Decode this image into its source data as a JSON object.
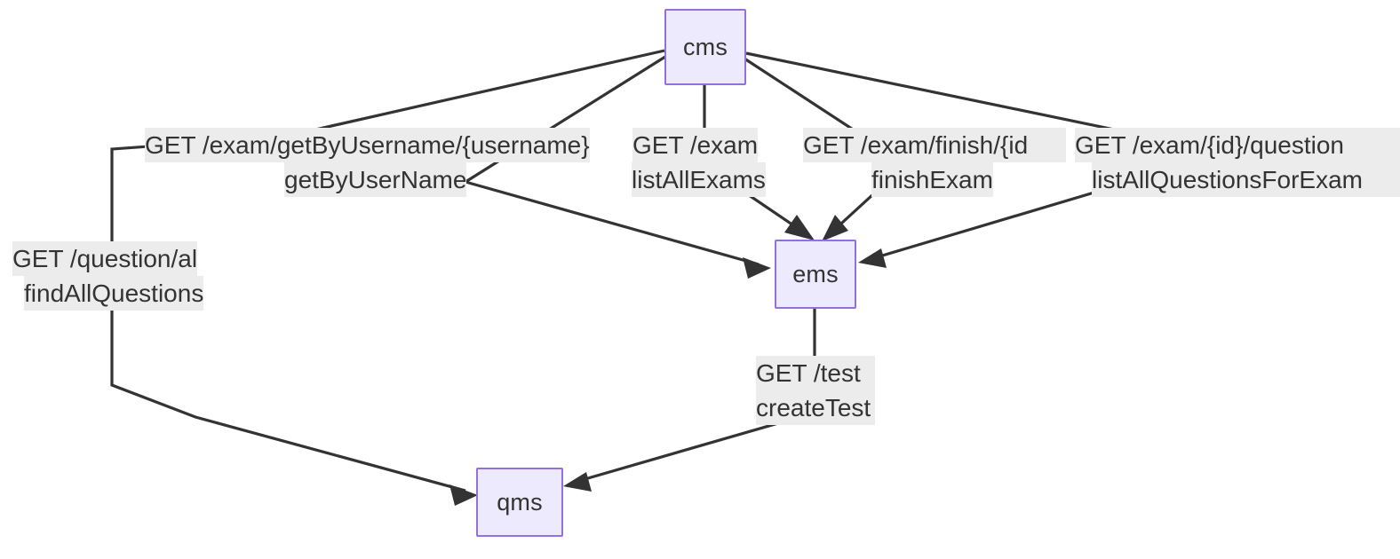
{
  "diagram": {
    "type": "service-dependency-graph",
    "colors": {
      "node_fill": "#ECEAFC",
      "node_border": "#9370DB",
      "edge_stroke": "#333333",
      "label_background": "#ECECEC",
      "text": "#333333",
      "canvas": "#ffffff"
    },
    "nodes": [
      {
        "id": "cms",
        "label": "cms"
      },
      {
        "id": "ems",
        "label": "ems"
      },
      {
        "id": "qms",
        "label": "qms"
      }
    ],
    "edges": [
      {
        "id": "cms-ems-getByUserName",
        "from": "cms",
        "to": "ems",
        "method_path": "GET /exam/getByUsername/{username}",
        "operation": "getByUserName"
      },
      {
        "id": "cms-ems-listAllExams",
        "from": "cms",
        "to": "ems",
        "method_path": "GET /exam",
        "operation": "listAllExams"
      },
      {
        "id": "cms-ems-finishExam",
        "from": "cms",
        "to": "ems",
        "method_path": "GET /exam/finish/{id",
        "operation": "finishExam"
      },
      {
        "id": "cms-ems-listAllQuestionsForExam",
        "from": "cms",
        "to": "ems",
        "method_path": "GET /exam/{id}/question",
        "operation": "listAllQuestionsForExam"
      },
      {
        "id": "cms-qms-findAllQuestions",
        "from": "cms",
        "to": "qms",
        "method_path": "GET /question/al",
        "operation": "findAllQuestions"
      },
      {
        "id": "ems-qms-createTest",
        "from": "ems",
        "to": "qms",
        "method_path": "GET /test",
        "operation": "createTest"
      }
    ]
  }
}
